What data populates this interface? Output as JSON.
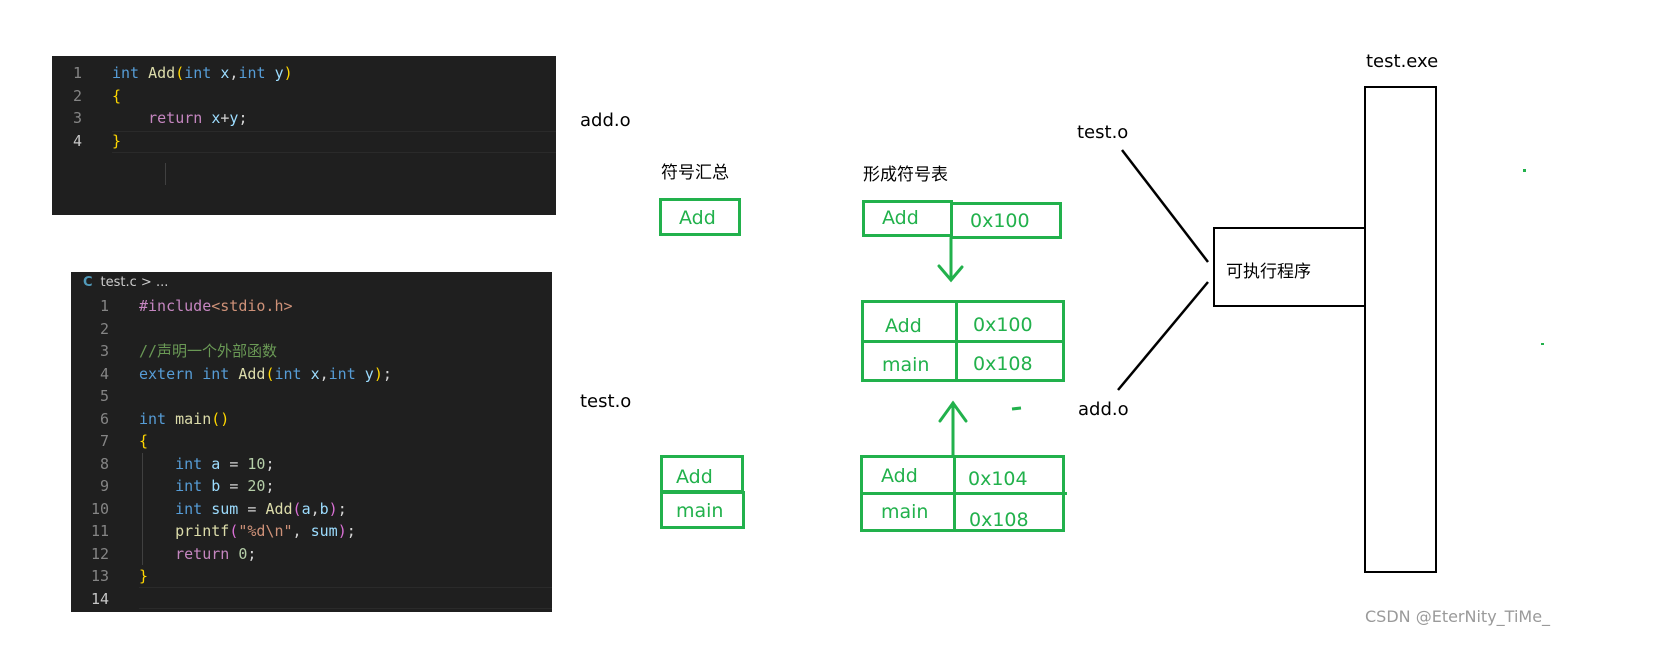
{
  "editor_add": {
    "lines": [
      {
        "n": "1",
        "html": "<span class='t-kw'>int</span> <span class='t-fn'>Add</span><span class='t-br'>(</span><span class='t-kw'>int</span> <span class='t-var'>x</span><span class='t-plain'>,</span><span class='t-kw'>int</span> <span class='t-var'>y</span><span class='t-br'>)</span>"
      },
      {
        "n": "2",
        "html": "<span class='t-br'>{</span>"
      },
      {
        "n": "3",
        "html": "    <span class='t-ctl'>return</span> <span class='t-var'>x</span><span class='t-plain'>+</span><span class='t-var'>y</span><span class='t-plain'>;</span>"
      },
      {
        "n": "4",
        "html": "<span class='t-br'>}</span>"
      }
    ]
  },
  "editor_test": {
    "breadcrumb_icon": "C",
    "breadcrumb": "test.c > ...",
    "lines": [
      {
        "n": "1",
        "html": "<span class='t-inc'>#include</span><span class='t-hdr'>&lt;stdio.h&gt;</span>"
      },
      {
        "n": "2",
        "html": ""
      },
      {
        "n": "3",
        "html": "<span class='t-com'>//声明一个外部函数</span>"
      },
      {
        "n": "4",
        "html": "<span class='t-kw'>extern</span> <span class='t-kw'>int</span> <span class='t-fn'>Add</span><span class='t-br'>(</span><span class='t-kw'>int</span> <span class='t-var'>x</span><span class='t-plain'>,</span><span class='t-kw'>int</span> <span class='t-var'>y</span><span class='t-br'>)</span><span class='t-plain'>;</span>"
      },
      {
        "n": "5",
        "html": ""
      },
      {
        "n": "6",
        "html": "<span class='t-kw'>int</span> <span class='t-fn'>main</span><span class='t-br'>()</span>"
      },
      {
        "n": "7",
        "html": "<span class='t-br'>{</span>"
      },
      {
        "n": "8",
        "html": "    <span class='t-kw'>int</span> <span class='t-var'>a</span> <span class='t-plain'>=</span> <span class='t-num'>10</span><span class='t-plain'>;</span>"
      },
      {
        "n": "9",
        "html": "    <span class='t-kw'>int</span> <span class='t-var'>b</span> <span class='t-plain'>=</span> <span class='t-num'>20</span><span class='t-plain'>;</span>"
      },
      {
        "n": "10",
        "html": "    <span class='t-kw'>int</span> <span class='t-var'>sum</span> <span class='t-plain'>=</span> <span class='t-fn'>Add</span><span class='t-br2'>(</span><span class='t-var'>a</span><span class='t-plain'>,</span><span class='t-var'>b</span><span class='t-br2'>)</span><span class='t-plain'>;</span>"
      },
      {
        "n": "11",
        "html": "    <span class='t-fn'>printf</span><span class='t-br2'>(</span><span class='t-str'>\"%d\\n\"</span><span class='t-plain'>,</span> <span class='t-var'>sum</span><span class='t-br2'>)</span><span class='t-plain'>;</span>"
      },
      {
        "n": "12",
        "html": "    <span class='t-ctl'>return</span> <span class='t-num'>0</span><span class='t-plain'>;</span>"
      },
      {
        "n": "13",
        "html": "<span class='t-br'>}</span>"
      },
      {
        "n": "14",
        "html": ""
      }
    ]
  },
  "diagram": {
    "add_o_label": "add.o",
    "test_o_label": "test.o",
    "symbol_summary_title": "符号汇总",
    "symbol_table_title": "形成符号表",
    "summary_add": "Add",
    "summary_test": [
      "Add",
      "main"
    ],
    "add_table": {
      "name": "Add",
      "addr": "0x100"
    },
    "merged_table": [
      {
        "name": "Add",
        "addr": "0x100"
      },
      {
        "name": "main",
        "addr": "0x108"
      }
    ],
    "test_table": [
      {
        "name": "Add",
        "addr": "0x104"
      },
      {
        "name": "main",
        "addr": "0x108"
      }
    ],
    "link_test_o": "test.o",
    "link_add_o": "add.o",
    "executable_label": "可执行程序",
    "exe_label": "test.exe"
  },
  "watermark": "CSDN @EterNity_TiMe_",
  "colors": {
    "green": "#22b14c",
    "editor_bg": "#1f1f1f"
  }
}
